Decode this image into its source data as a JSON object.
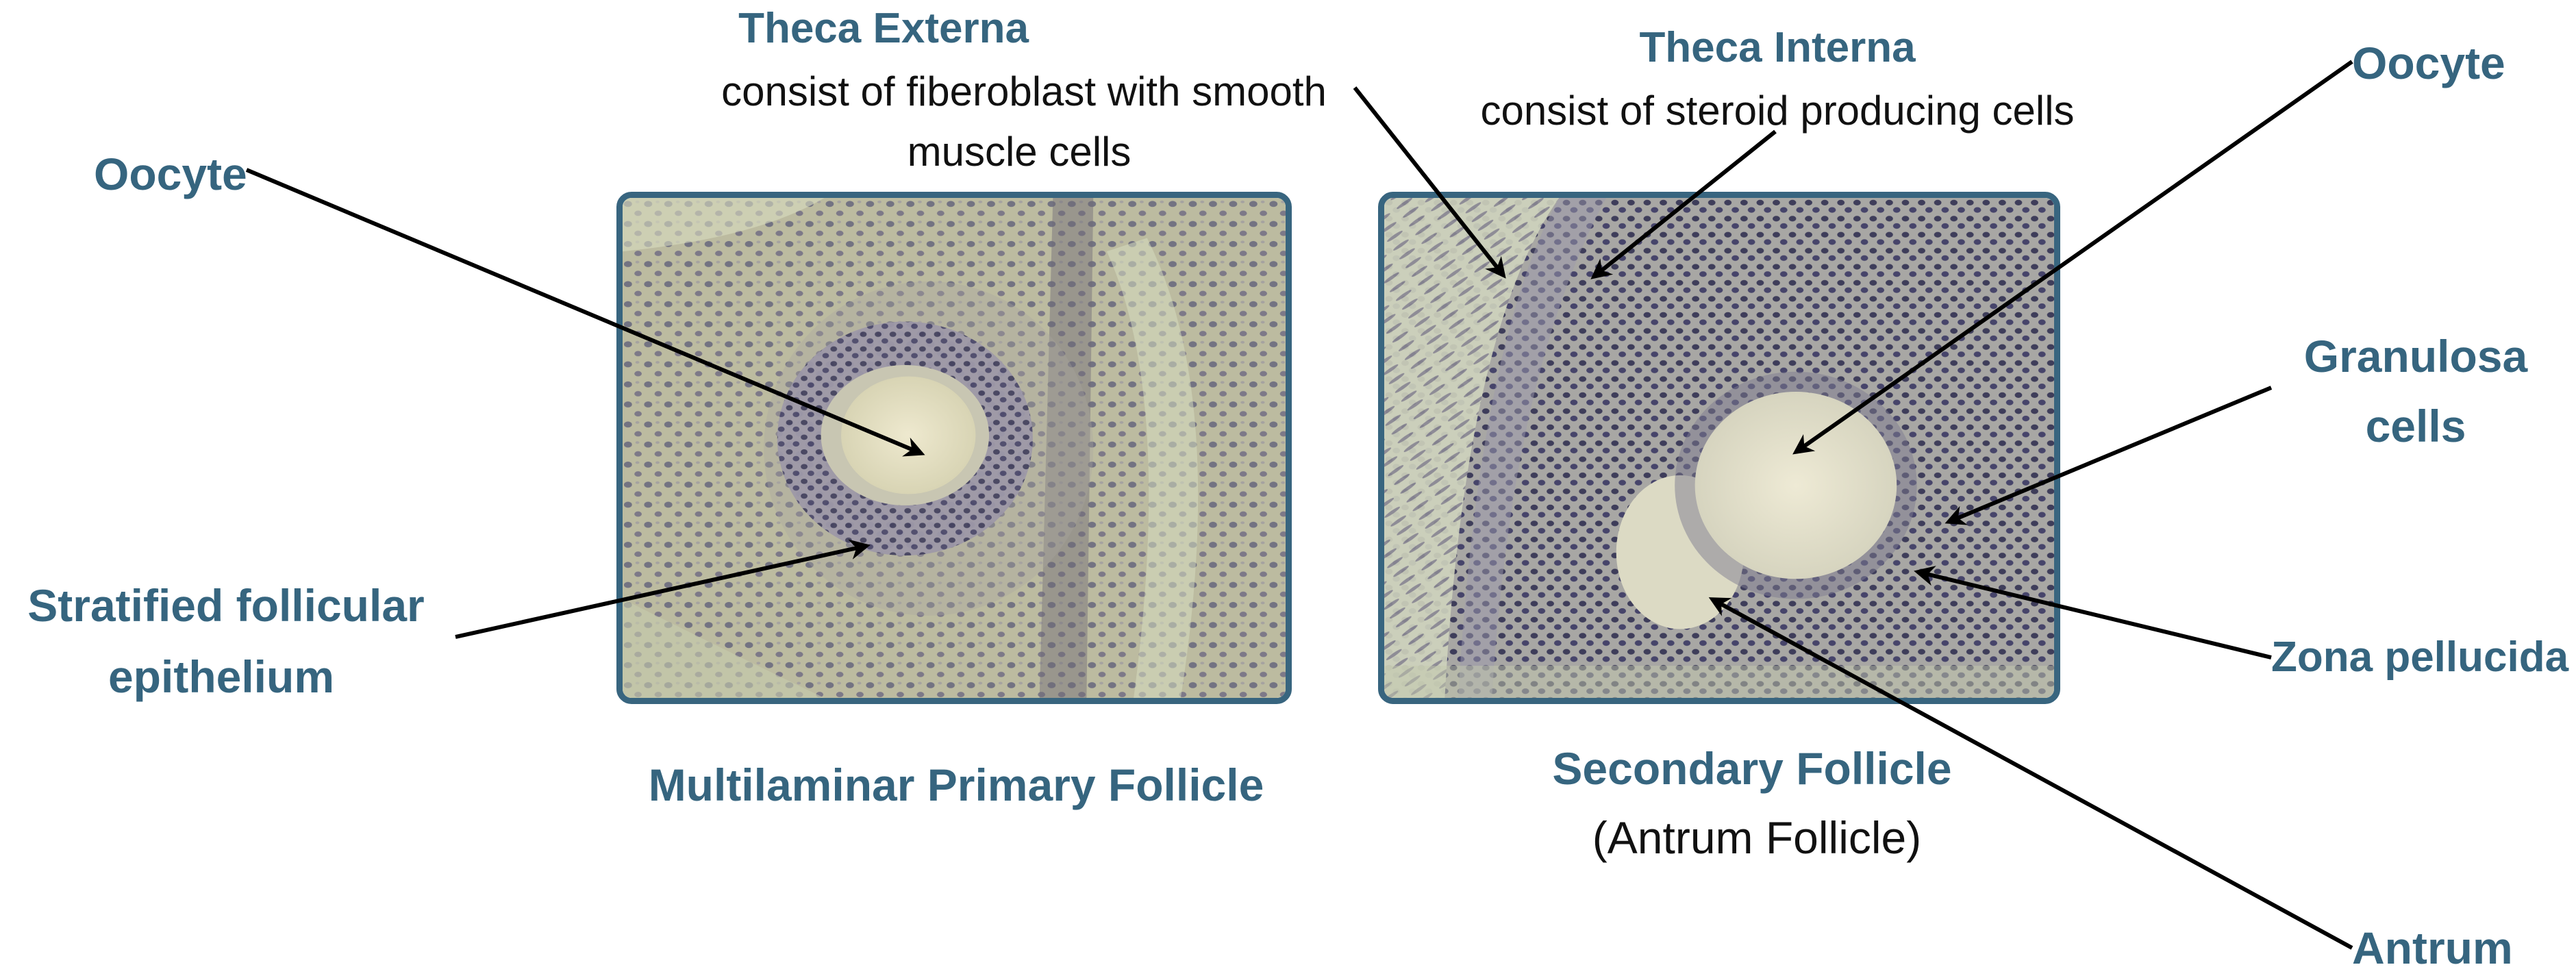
{
  "colors": {
    "label": "#36657f",
    "frame": "#38657f",
    "text": "#111111",
    "arrow": "#000000"
  },
  "labels": {
    "theca_externa_title": "Theca Externa",
    "theca_externa_desc_1": "consist of fiberoblast with smooth",
    "theca_externa_desc_2": "muscle cells",
    "theca_interna_title": "Theca Interna",
    "theca_interna_desc": "consist of steroid producing cells",
    "oocyte_left": "Oocyte",
    "oocyte_right": "Oocyte",
    "granulosa_1": "Granulosa",
    "granulosa_2": "cells",
    "stratified_1": "Stratified follicular",
    "stratified_2": "epithelium",
    "zona_pellucida": "Zona pellucida",
    "antrum": "Antrum"
  },
  "captions": {
    "left": "Multilaminar Primary Follicle",
    "right_title": "Secondary Follicle",
    "right_sub": "(Antrum Follicle)"
  },
  "images": {
    "left": "multilaminar-primary-follicle-micrograph",
    "right": "secondary-follicle-micrograph"
  }
}
